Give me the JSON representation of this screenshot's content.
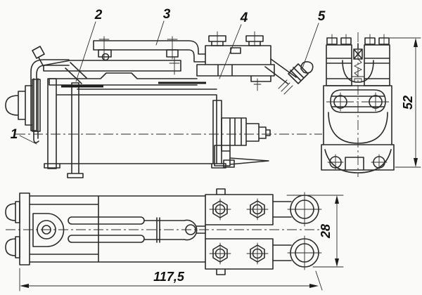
{
  "canvas": {
    "background": "#fafaf8",
    "line_color": "#2b2b2b",
    "text_color": "#111111"
  },
  "callouts": [
    {
      "id": "1",
      "label": "1"
    },
    {
      "id": "2",
      "label": "2"
    },
    {
      "id": "3",
      "label": "3"
    },
    {
      "id": "4",
      "label": "4"
    },
    {
      "id": "5",
      "label": "5"
    }
  ],
  "dimensions": {
    "length": {
      "label": "117,5"
    },
    "height": {
      "label": "52"
    },
    "width": {
      "label": "28"
    }
  }
}
